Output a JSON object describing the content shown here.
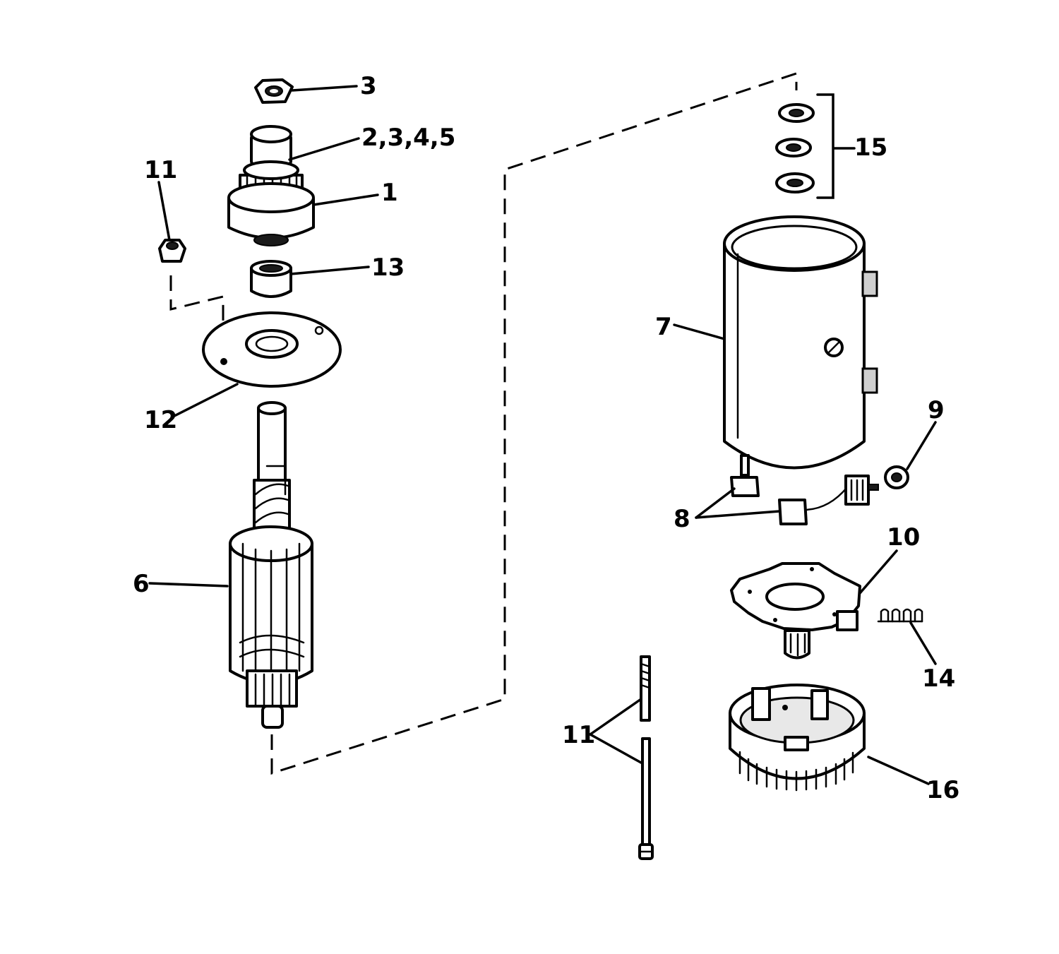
{
  "callouts": {
    "c3": "3",
    "c2345": "2,3,4,5",
    "c1": "1",
    "c11_left": "11",
    "c13": "13",
    "c12": "12",
    "c6": "6",
    "c15": "15",
    "c7": "7",
    "c9": "9",
    "c8": "8",
    "c10": "10",
    "c14": "14",
    "c11_bottom": "11",
    "c16": "16"
  }
}
